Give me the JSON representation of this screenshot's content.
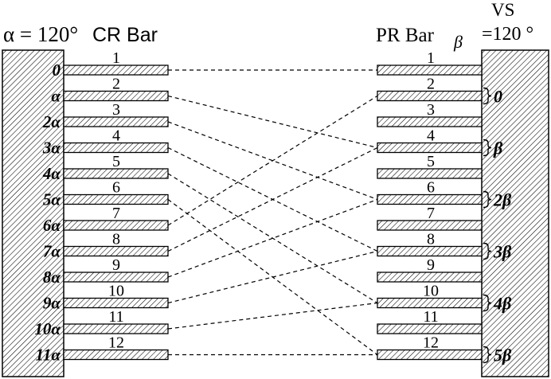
{
  "header": {
    "cr_label": "CR Bar",
    "pr_label": "PR Bar",
    "alpha_equation": "α = 120°",
    "beta_symbol": "β",
    "vs_label": "VS",
    "beta_value": "=120 °"
  },
  "cr": {
    "bars": [
      "1",
      "2",
      "3",
      "4",
      "5",
      "6",
      "7",
      "8",
      "9",
      "10",
      "11",
      "12"
    ],
    "angles": [
      "0",
      "α",
      "2α",
      "3α",
      "4α",
      "5α",
      "6α",
      "7α",
      "8α",
      "9α",
      "10α",
      "11α"
    ]
  },
  "pr": {
    "bars": [
      "1",
      "2",
      "3",
      "4",
      "5",
      "6",
      "7",
      "8",
      "9",
      "10",
      "11",
      "12"
    ],
    "groups": [
      "0",
      "β",
      "2β",
      "3β",
      "4β",
      "5β"
    ]
  },
  "connections": [
    {
      "cr": 1,
      "pr": 1
    },
    {
      "cr": 2,
      "pr": 4
    },
    {
      "cr": 3,
      "pr": 6
    },
    {
      "cr": 4,
      "pr": 8
    },
    {
      "cr": 5,
      "pr": 10
    },
    {
      "cr": 6,
      "pr": 12
    },
    {
      "cr": 7,
      "pr": 2
    },
    {
      "cr": 8,
      "pr": 4
    },
    {
      "cr": 9,
      "pr": 6
    },
    {
      "cr": 10,
      "pr": 8
    },
    {
      "cr": 11,
      "pr": 10
    },
    {
      "cr": 12,
      "pr": 12
    }
  ],
  "colors": {
    "ink": "#000000",
    "paper": "#ffffff"
  }
}
